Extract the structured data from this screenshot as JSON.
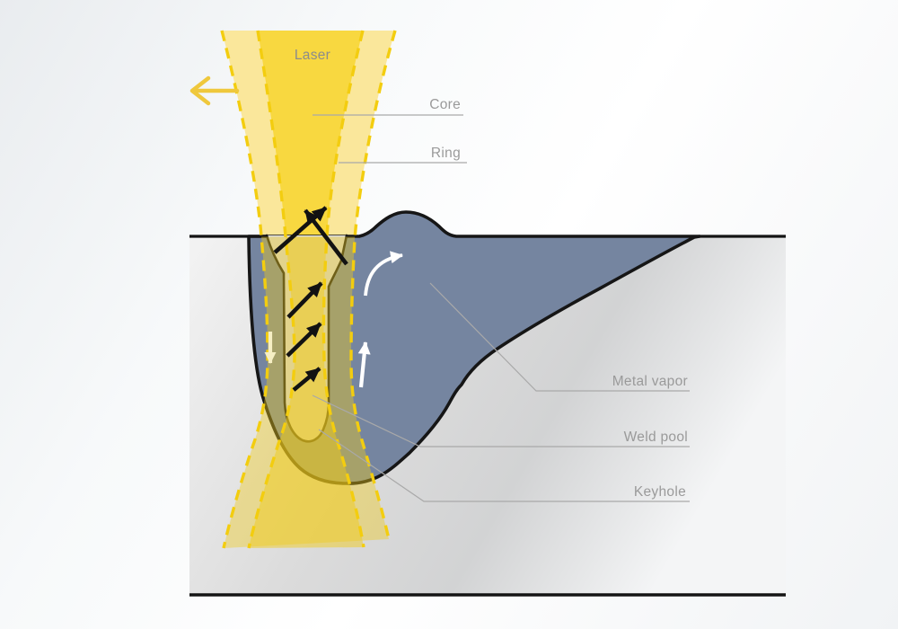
{
  "diagram": {
    "type": "laser-keyhole-welding-cross-section",
    "labels": {
      "laser": "Laser",
      "core": "Core",
      "ring": "Ring",
      "metal_vapor": "Metal vapor",
      "weld_pool": "Weld pool",
      "keyhole": "Keyhole"
    },
    "icons": {
      "travel_direction": "left-arrow",
      "vapor_ejection": "diagonal-up-arrows",
      "melt_flow": "curved-arrow",
      "melt_flow_down": "down-arrow",
      "melt_flow_up": "up-arrow"
    },
    "colors": {
      "core_beam": "#F8D840",
      "ring_beam": "#FAE79B",
      "beam_translucent": "#F0CB1A",
      "dash_yellow": "#F3CD0F",
      "pool_blue": "#7585A0",
      "keyhole_fill": "#D9D9D9",
      "material_gray": "#D5D5D5",
      "outline_black": "#141414",
      "label_gray": "#9A9A9A",
      "leader_gray": "#A9A9A9",
      "travel_arrow_yellow": "#EFC83C",
      "cream_arrow": "#F6EFC4",
      "white_arrow": "#FFFFFF"
    }
  }
}
